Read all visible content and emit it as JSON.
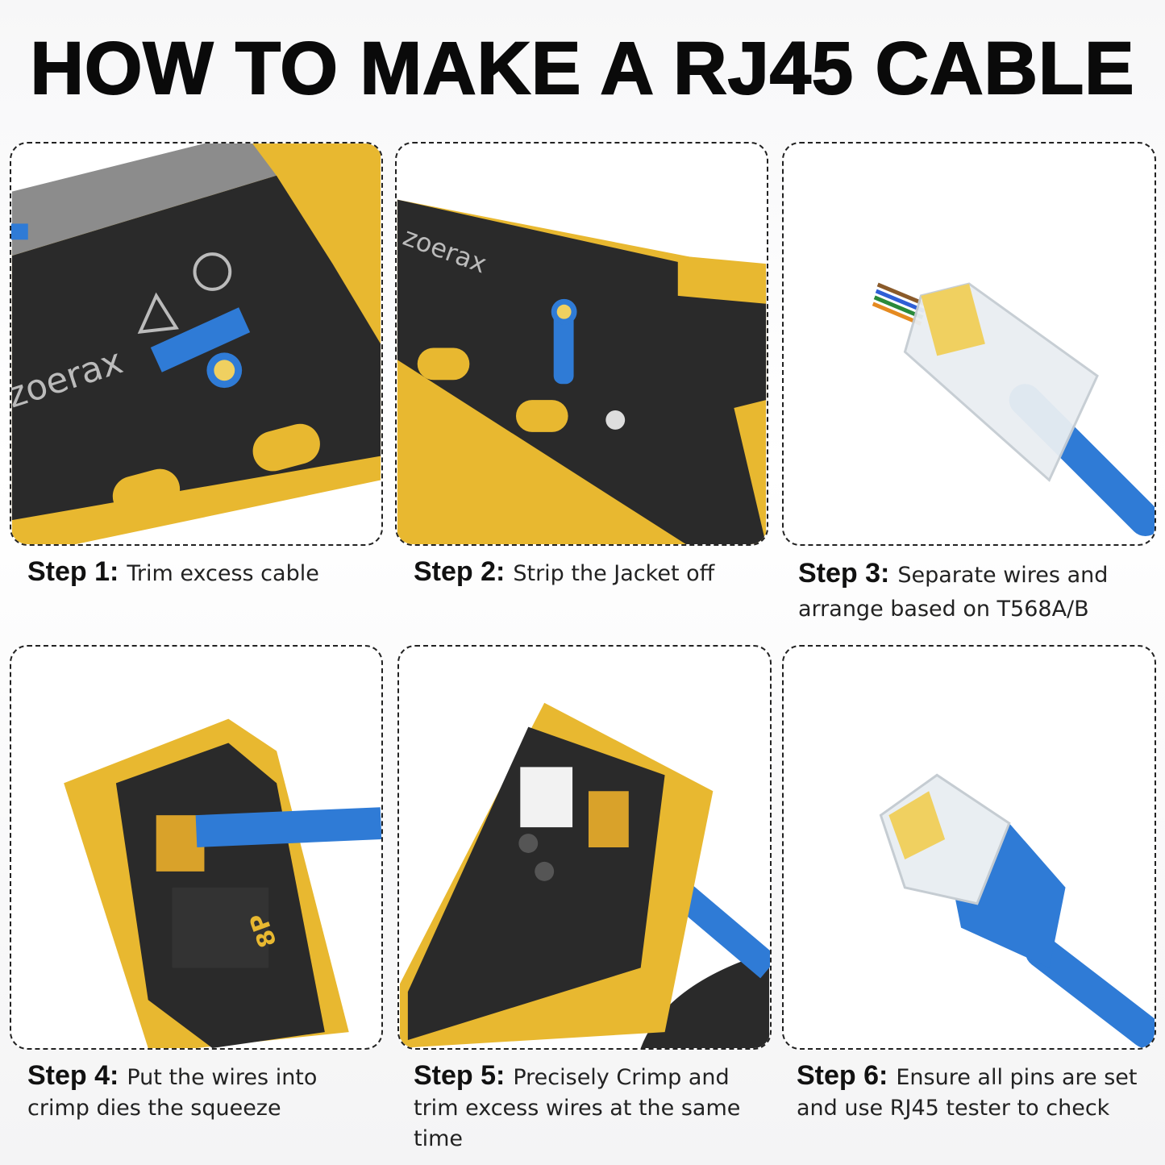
{
  "title": "HOW TO MAKE A RJ45 CABLE",
  "brand_logo": "zoerax",
  "colors": {
    "tool_yellow": "#e8b830",
    "tool_black": "#262626",
    "cable_blue": "#2f7bd6"
  },
  "steps": [
    {
      "label": "Step 1:",
      "text": "Trim excess cable",
      "image": "crimp-tool-cut-slot"
    },
    {
      "label": "Step 2:",
      "text": "Strip the Jacket off",
      "image": "crimp-tool-strip-slot"
    },
    {
      "label": "Step 3:",
      "text": "Separate wires and arrange based on T568A/B",
      "image": "rj45-connector-with-wires"
    },
    {
      "label": "Step 4:",
      "text": "Put the wires into crimp dies the squeeze",
      "image": "crimp-die-insert"
    },
    {
      "label": "Step 5:",
      "text": "Precisely Crimp and trim excess wires at the same time",
      "image": "crimp-die-closed"
    },
    {
      "label": "Step 6:",
      "text": "Ensure all pins are set and use RJ45 tester to check",
      "image": "finished-rj45-plug"
    }
  ]
}
